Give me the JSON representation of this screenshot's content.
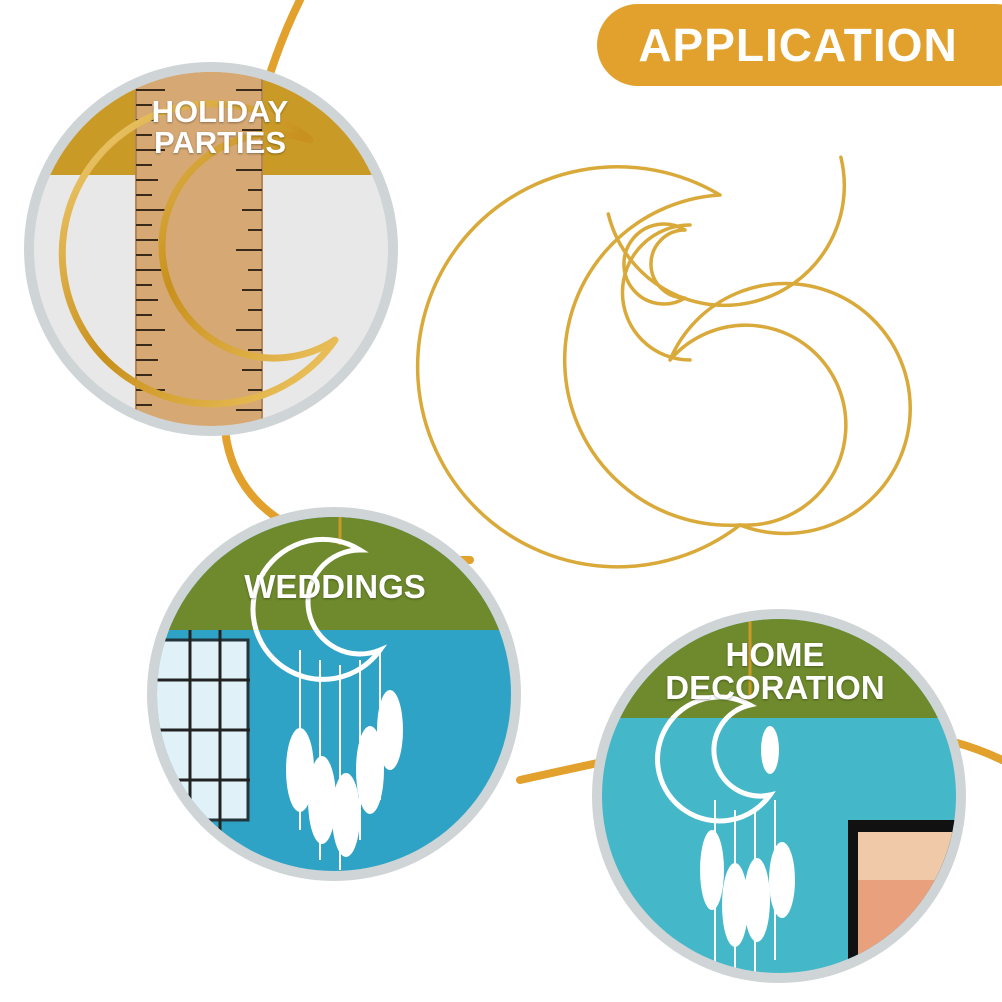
{
  "title": "APPLICATION",
  "cards": [
    {
      "label_line1": "HOLIDAY",
      "label_line2": "PARTIES"
    },
    {
      "label": "WEDDINGS"
    },
    {
      "label_line1": "HOME",
      "label_line2": "DECORATION"
    }
  ],
  "colors": {
    "accent_gold": "#e2a12c",
    "ring_gray": "#cfd4d6",
    "mustard_band": "#c99a26",
    "olive_band": "#6e8a2c",
    "teal_wall": "#2fa3c5",
    "light_teal_wall": "#44b8c9",
    "metal_gold": "#d9a93a"
  }
}
